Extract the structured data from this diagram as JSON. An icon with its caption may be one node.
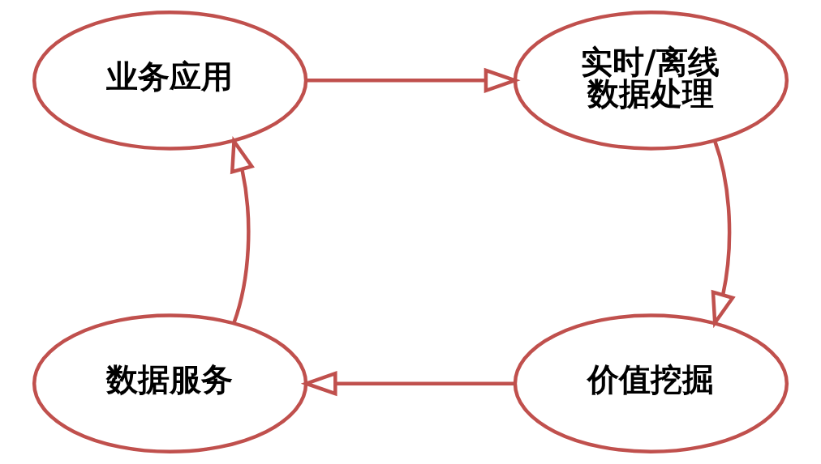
{
  "diagram": {
    "nodes": [
      {
        "text": [
          "业务应用"
        ]
      },
      {
        "text": [
          "实时/离线数据处理"
        ]
      },
      {
        "text": [
          "价值挖掘"
        ]
      },
      {
        "text": [
          "数据服务"
        ]
      }
    ],
    "edges": [
      {
        "from": 0,
        "to": 1,
        "arrow": "to"
      },
      {
        "from": 1,
        "to": 2,
        "arrow": "to"
      },
      {
        "from": 2,
        "to": 3,
        "arrow": "to"
      },
      {
        "from": 3,
        "to": 0,
        "arrow": "to"
      }
    ]
  }
}
